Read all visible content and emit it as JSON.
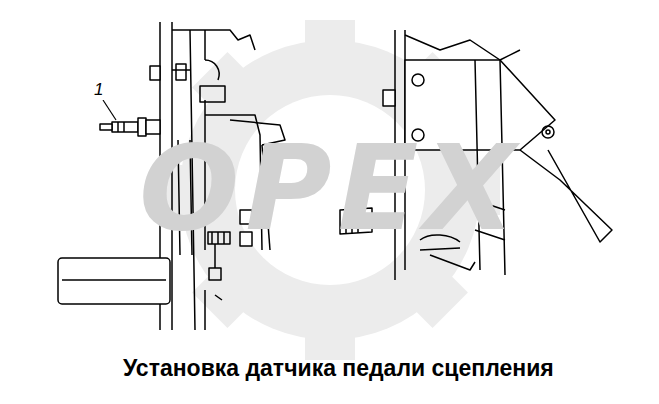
{
  "diagram": {
    "caption": "Установка датчика педали сцепления",
    "labels": [
      "1",
      "ОРЕХ"
    ]
  }
}
